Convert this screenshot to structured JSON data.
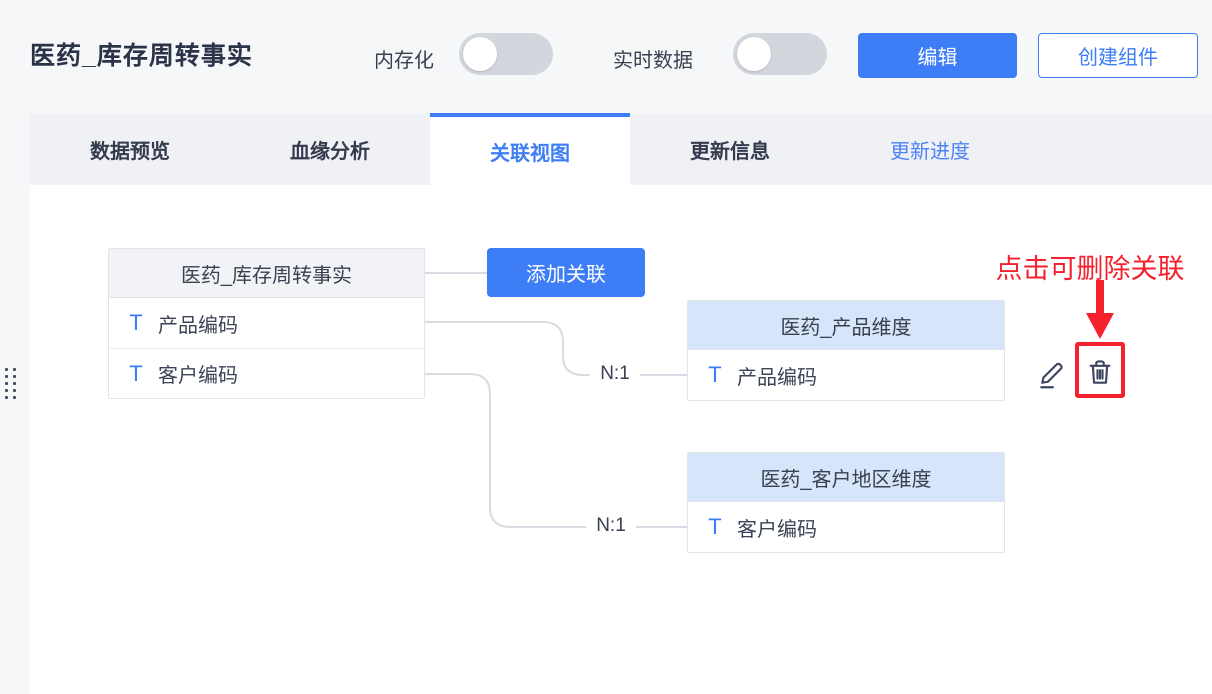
{
  "header": {
    "title": "医药_库存周转事实",
    "memory_toggle_label": "内存化",
    "memory_toggle_state": "off",
    "realtime_toggle_label": "实时数据",
    "realtime_toggle_state": "off",
    "edit_button_label": "编辑",
    "create_component_button_label": "创建组件"
  },
  "tabs": {
    "data_preview": "数据预览",
    "lineage": "血缘分析",
    "relation_view": "关联视图",
    "update_info": "更新信息",
    "update_progress": "更新进度",
    "active_tab": "关联视图"
  },
  "diagram": {
    "fact_table": {
      "title": "医药_库存周转事实",
      "fields": [
        {
          "name": "产品编码",
          "type_icon": "text-type-icon"
        },
        {
          "name": "客户编码",
          "type_icon": "text-type-icon"
        }
      ]
    },
    "add_relation_button_label": "添加关联",
    "dim_tables": [
      {
        "title": "医药_产品维度",
        "fields": [
          {
            "name": "产品编码",
            "type_icon": "text-type-icon"
          }
        ]
      },
      {
        "title": "医药_客户地区维度",
        "fields": [
          {
            "name": "客户编码",
            "type_icon": "text-type-icon"
          }
        ]
      }
    ],
    "relations": [
      {
        "cardinality": "N:1"
      },
      {
        "cardinality": "N:1"
      }
    ],
    "field_type_icon_glyph": "T",
    "annotation": {
      "text": "点击可删除关联"
    }
  },
  "colors": {
    "accent_blue": "#3d7ef7",
    "annotation_red": "#f5222d",
    "dim_header_bg": "#d7e5fb",
    "fact_header_bg": "#f2f3f6",
    "connector_line": "#d8dce2",
    "toggle_track": "#d3d6dd"
  }
}
